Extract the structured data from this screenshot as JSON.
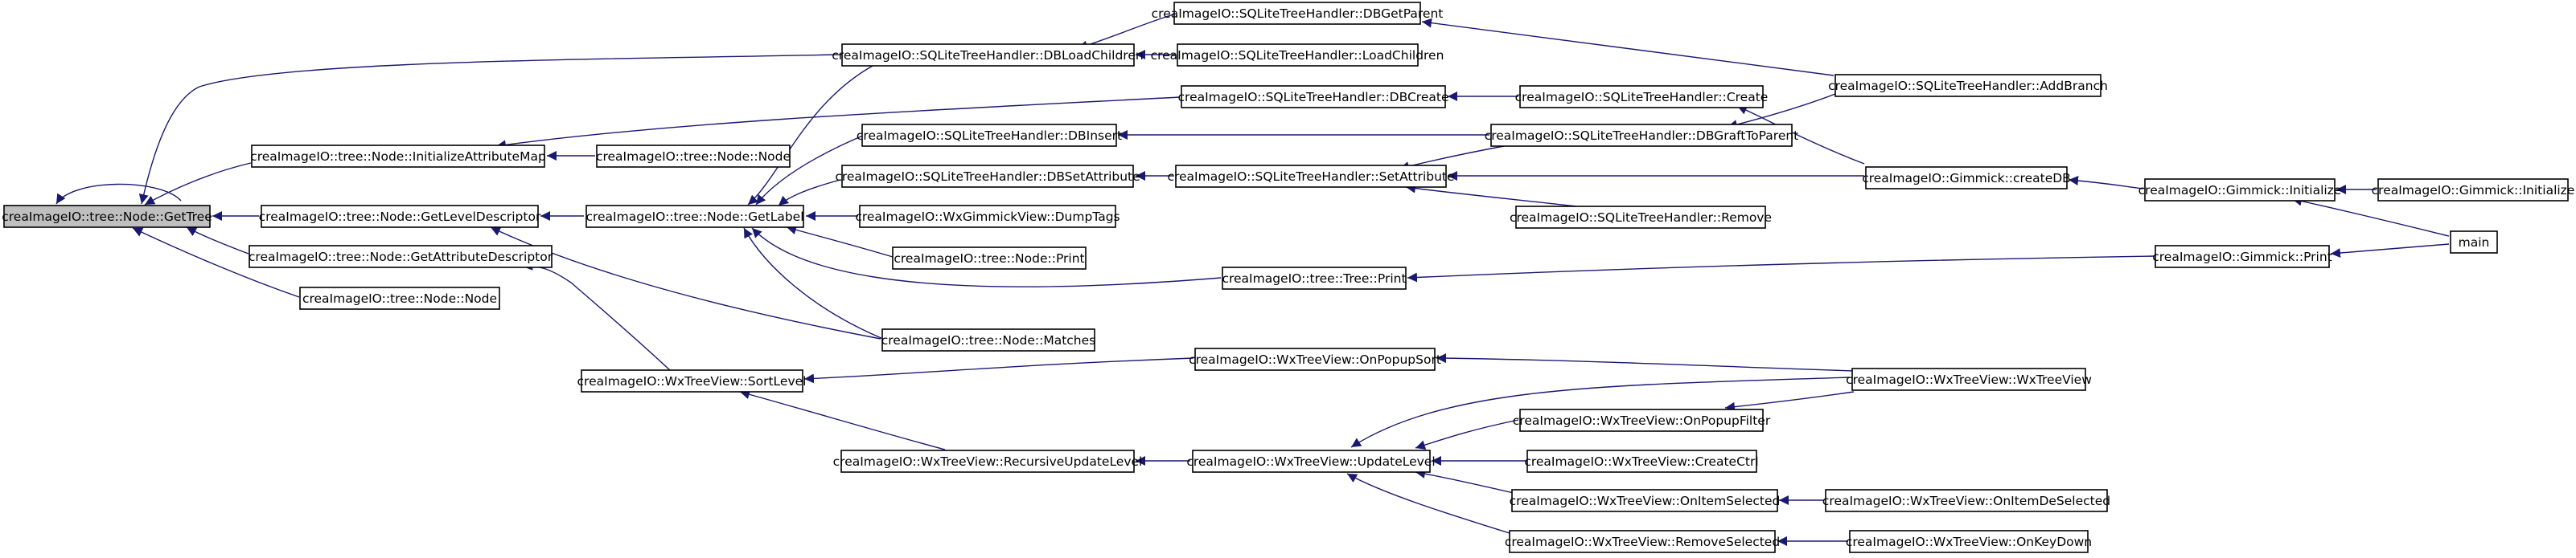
{
  "diagram": {
    "colors": {
      "edge": "#191970",
      "root_fill": "#bfbfbf",
      "node_fill": "#ffffff",
      "border": "#000000"
    },
    "nodes": [
      {
        "id": "gettree",
        "label": "creaImageIO::tree::Node::GetTree",
        "root": true
      },
      {
        "id": "initattrmap",
        "label": "creaImageIO::tree::Node::InitializeAttributeMap"
      },
      {
        "id": "getleveldesc",
        "label": "creaImageIO::tree::Node::GetLevelDescriptor"
      },
      {
        "id": "getattrdesc",
        "label": "creaImageIO::tree::Node::GetAttributeDescriptor"
      },
      {
        "id": "nodector",
        "label": "creaImageIO::tree::Node::Node"
      },
      {
        "id": "nodenode2",
        "label": "creaImageIO::tree::Node::Node"
      },
      {
        "id": "getlabel",
        "label": "creaImageIO::tree::Node::GetLabel"
      },
      {
        "id": "sortlevel",
        "label": "creaImageIO::WxTreeView::SortLevel"
      },
      {
        "id": "dbloadchildren",
        "label": "creaImageIO::SQLiteTreeHandler::DBLoadChildren"
      },
      {
        "id": "dbinsert",
        "label": "creaImageIO::SQLiteTreeHandler::DBInsert"
      },
      {
        "id": "dbsetattr",
        "label": "creaImageIO::SQLiteTreeHandler::DBSetAttribute"
      },
      {
        "id": "dumptags",
        "label": "creaImageIO::WxGimmickView::DumpTags"
      },
      {
        "id": "nodeprint",
        "label": "creaImageIO::tree::Node::Print"
      },
      {
        "id": "matches",
        "label": "creaImageIO::tree::Node::Matches"
      },
      {
        "id": "recursiveupdate",
        "label": "creaImageIO::WxTreeView::RecursiveUpdateLevel"
      },
      {
        "id": "dbgetparent",
        "label": "creaImageIO::SQLiteTreeHandler::DBGetParent"
      },
      {
        "id": "loadchildren",
        "label": "creaImageIO::SQLiteTreeHandler::LoadChildren"
      },
      {
        "id": "dbcreate",
        "label": "creaImageIO::SQLiteTreeHandler::DBCreate"
      },
      {
        "id": "setattribute",
        "label": "creaImageIO::SQLiteTreeHandler::SetAttribute"
      },
      {
        "id": "treeprint",
        "label": "creaImageIO::tree::Tree::Print"
      },
      {
        "id": "onpopupsort",
        "label": "creaImageIO::WxTreeView::OnPopupSort"
      },
      {
        "id": "updatelevel",
        "label": "creaImageIO::WxTreeView::UpdateLevel"
      },
      {
        "id": "create",
        "label": "creaImageIO::SQLiteTreeHandler::Create"
      },
      {
        "id": "dbgraft",
        "label": "creaImageIO::SQLiteTreeHandler::DBGraftToParent"
      },
      {
        "id": "remove",
        "label": "creaImageIO::SQLiteTreeHandler::Remove"
      },
      {
        "id": "onpopupfilter",
        "label": "creaImageIO::WxTreeView::OnPopupFilter"
      },
      {
        "id": "createctrl",
        "label": "creaImageIO::WxTreeView::CreateCtrl"
      },
      {
        "id": "onitemselected",
        "label": "creaImageIO::WxTreeView::OnItemSelected"
      },
      {
        "id": "removeselected",
        "label": "creaImageIO::WxTreeView::RemoveSelected"
      },
      {
        "id": "addbranch",
        "label": "creaImageIO::SQLiteTreeHandler::AddBranch"
      },
      {
        "id": "createdb",
        "label": "creaImageIO::Gimmick::createDB"
      },
      {
        "id": "wxtreeview",
        "label": "creaImageIO::WxTreeView::WxTreeView"
      },
      {
        "id": "onitemdeselected",
        "label": "creaImageIO::WxTreeView::OnItemDeSelected"
      },
      {
        "id": "onkeydown",
        "label": "creaImageIO::WxTreeView::OnKeyDown"
      },
      {
        "id": "gimmickinit",
        "label": "creaImageIO::Gimmick::Initialize"
      },
      {
        "id": "gimmickprint",
        "label": "creaImageIO::Gimmick::Print"
      },
      {
        "id": "gimmickinit2",
        "label": "creaImageIO::Gimmick::Initialize"
      },
      {
        "id": "main",
        "label": "main"
      }
    ]
  }
}
